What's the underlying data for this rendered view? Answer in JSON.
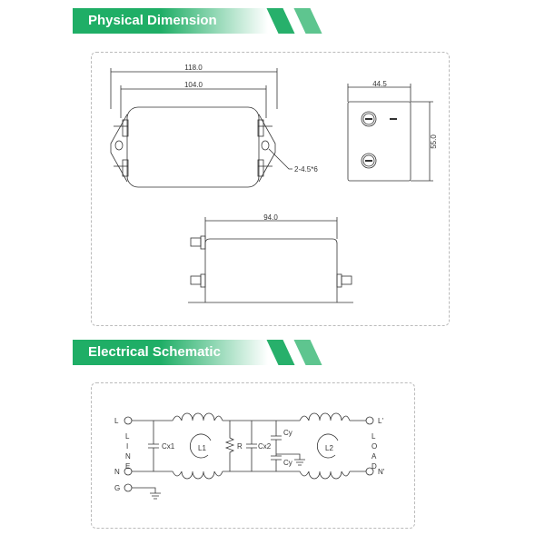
{
  "sections": {
    "physical": "Physical Dimension",
    "electrical": "Electrical Schematic"
  },
  "dimensions": {
    "overall_length": "118.0",
    "mount_spacing": "104.0",
    "hole_note": "2-4.5*6",
    "width": "44.5",
    "height": "55.0",
    "body_length": "94.0"
  },
  "schematic": {
    "L": "L",
    "N": "N",
    "G": "G",
    "L_out": "L'",
    "N_out": "N'",
    "line": [
      "L",
      "I",
      "N",
      "E"
    ],
    "load": [
      "L",
      "O",
      "A",
      "D"
    ],
    "Cx1": "Cx1",
    "L1": "L1",
    "R": "R",
    "Cx2": "Cx2",
    "Cy_top": "Cy",
    "Cy_bottom": "Cy",
    "L2": "L2"
  },
  "colors": {
    "accent": "#1fae66"
  }
}
